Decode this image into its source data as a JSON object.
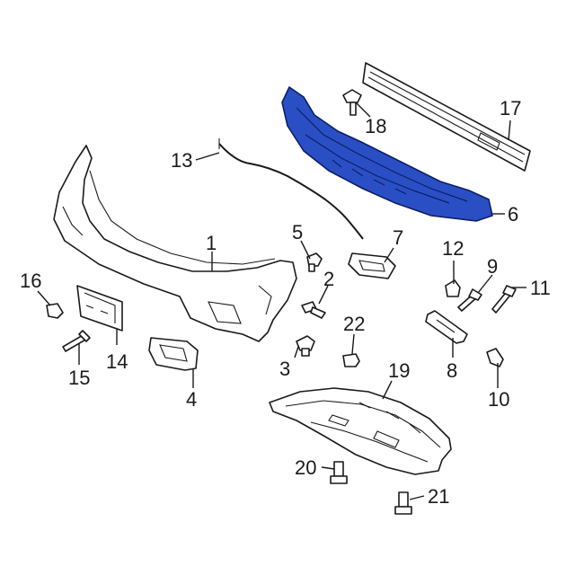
{
  "diagram": {
    "highlight_color": "#2a4fc4",
    "highlighted_part": "6",
    "callouts": [
      {
        "id": "1",
        "label": "1"
      },
      {
        "id": "2",
        "label": "2"
      },
      {
        "id": "3",
        "label": "3"
      },
      {
        "id": "4",
        "label": "4"
      },
      {
        "id": "5",
        "label": "5"
      },
      {
        "id": "6",
        "label": "6"
      },
      {
        "id": "7",
        "label": "7"
      },
      {
        "id": "8",
        "label": "8"
      },
      {
        "id": "9",
        "label": "9"
      },
      {
        "id": "10",
        "label": "10"
      },
      {
        "id": "11",
        "label": "11"
      },
      {
        "id": "12",
        "label": "12"
      },
      {
        "id": "13",
        "label": "13"
      },
      {
        "id": "14",
        "label": "14"
      },
      {
        "id": "15",
        "label": "15"
      },
      {
        "id": "16",
        "label": "16"
      },
      {
        "id": "17",
        "label": "17"
      },
      {
        "id": "18",
        "label": "18"
      },
      {
        "id": "19",
        "label": "19"
      },
      {
        "id": "20",
        "label": "20"
      },
      {
        "id": "21",
        "label": "21"
      },
      {
        "id": "22",
        "label": "22"
      }
    ]
  }
}
